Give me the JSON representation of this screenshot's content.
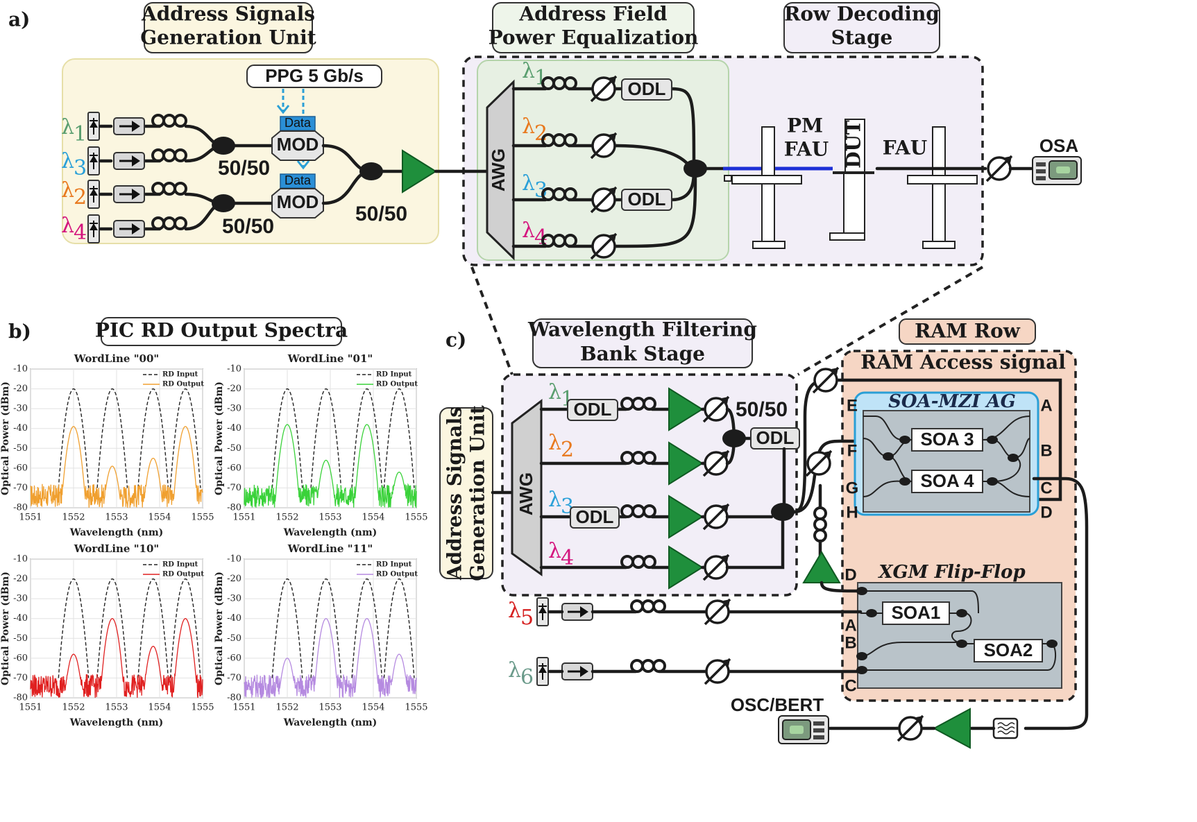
{
  "panels": {
    "a": "a)",
    "b": "b)",
    "c": "c)"
  },
  "a": {
    "title_asgu": [
      "Address Signals",
      "Generation Unit"
    ],
    "title_afpe": [
      "Address Field",
      "Power Equalization"
    ],
    "title_rds": [
      "Row Decoding",
      "Stage"
    ],
    "ppg": "PPG 5 Gb/s",
    "data": "Data",
    "mod": "MOD",
    "ratio": "50/50",
    "awg": "AWG",
    "odl": "ODL",
    "pm_fau": [
      "PM",
      "FAU"
    ],
    "dut": "DUT",
    "fau": "FAU",
    "osa": "OSA",
    "lambdas": [
      {
        "base": "λ",
        "sub": "1",
        "color": "#5a9e6f"
      },
      {
        "base": "λ",
        "sub": "3",
        "color": "#2aa0d8"
      },
      {
        "base": "λ",
        "sub": "2",
        "color": "#e8791e"
      },
      {
        "base": "λ",
        "sub": "4",
        "color": "#d4157e"
      }
    ],
    "awg_lambdas": [
      {
        "base": "λ",
        "sub": "1",
        "color": "#5a9e6f"
      },
      {
        "base": "λ",
        "sub": "2",
        "color": "#e8791e"
      },
      {
        "base": "λ",
        "sub": "3",
        "color": "#2aa0d8"
      },
      {
        "base": "λ",
        "sub": "4",
        "color": "#d4157e"
      }
    ]
  },
  "b": {
    "title": "PIC RD Output Spectra",
    "xlabel": "Wavelength (nm)",
    "ylabel": "Optical Power (dBm)",
    "xticks": [
      "1551",
      "1552",
      "1553",
      "1554",
      "1555"
    ],
    "yticks": [
      "-10",
      "-20",
      "-30",
      "-40",
      "-50",
      "-60",
      "-70",
      "-80"
    ],
    "legend_input": "RD Input",
    "legend_output": "RD Output"
  },
  "chart_data": [
    {
      "type": "line",
      "title": "WordLine \"00\"",
      "xlabel": "Wavelength (nm)",
      "ylabel": "Optical Power (dBm)",
      "xlim": [
        1551,
        1555
      ],
      "ylim": [
        -80,
        -10
      ],
      "color": "#f0a030",
      "peaks_input": [
        [
          1552.0,
          -20
        ],
        [
          1552.9,
          -20
        ],
        [
          1553.85,
          -20
        ],
        [
          1554.6,
          -20
        ]
      ],
      "peaks_output": [
        [
          1552.0,
          -39
        ],
        [
          1552.9,
          -59
        ],
        [
          1553.85,
          -55
        ],
        [
          1554.6,
          -39
        ]
      ],
      "series": [
        {
          "name": "RD Input"
        },
        {
          "name": "RD Output"
        }
      ]
    },
    {
      "type": "line",
      "title": "WordLine \"01\"",
      "xlabel": "Wavelength (nm)",
      "ylabel": "Optical Power (dBm)",
      "xlim": [
        1551,
        1555
      ],
      "ylim": [
        -80,
        -10
      ],
      "color": "#3ad23a",
      "peaks_input": [
        [
          1552.0,
          -20
        ],
        [
          1552.9,
          -20
        ],
        [
          1553.85,
          -20
        ],
        [
          1554.6,
          -20
        ]
      ],
      "peaks_output": [
        [
          1552.0,
          -38
        ],
        [
          1552.9,
          -56
        ],
        [
          1553.85,
          -38
        ],
        [
          1554.6,
          -62
        ]
      ],
      "series": [
        {
          "name": "RD Input"
        },
        {
          "name": "RD Output"
        }
      ]
    },
    {
      "type": "line",
      "title": "WordLine \"10\"",
      "xlabel": "Wavelength (nm)",
      "ylabel": "Optical Power (dBm)",
      "xlim": [
        1551,
        1555
      ],
      "ylim": [
        -80,
        -10
      ],
      "color": "#e02020",
      "peaks_input": [
        [
          1552.0,
          -20
        ],
        [
          1552.9,
          -20
        ],
        [
          1553.85,
          -20
        ],
        [
          1554.6,
          -20
        ]
      ],
      "peaks_output": [
        [
          1552.0,
          -58
        ],
        [
          1552.9,
          -40
        ],
        [
          1553.85,
          -54
        ],
        [
          1554.6,
          -40
        ]
      ],
      "series": [
        {
          "name": "RD Input"
        },
        {
          "name": "RD Output"
        }
      ]
    },
    {
      "type": "line",
      "title": "WordLine \"11\"",
      "xlabel": "Wavelength (nm)",
      "ylabel": "Optical Power (dBm)",
      "xlim": [
        1551,
        1555
      ],
      "ylim": [
        -80,
        -10
      ],
      "color": "#b58ae0",
      "peaks_input": [
        [
          1552.0,
          -20
        ],
        [
          1552.9,
          -20
        ],
        [
          1553.85,
          -20
        ],
        [
          1554.6,
          -20
        ]
      ],
      "peaks_output": [
        [
          1552.0,
          -60
        ],
        [
          1552.9,
          -40
        ],
        [
          1553.85,
          -40
        ],
        [
          1554.6,
          -58
        ]
      ],
      "series": [
        {
          "name": "RD Input"
        },
        {
          "name": "RD Output"
        }
      ]
    }
  ],
  "c": {
    "title_wfb": [
      "Wavelength Filtering",
      "Bank Stage"
    ],
    "title_ram": "RAM Row",
    "ram_access": "RAM Access signal",
    "asgu_vertical": [
      "Address Signals",
      "Generation Unit"
    ],
    "awg": "AWG",
    "odl": "ODL",
    "ratio": "50/50",
    "soa_mzi": "SOA-MZI AG",
    "soa3": "SOA 3",
    "soa4": "SOA 4",
    "xgm": "XGM Flip-Flop",
    "soa1": "SOA1",
    "soa2": "SOA2",
    "osc_bert": "OSC/BERT",
    "mzi_ports_left": [
      "E",
      "F",
      "G",
      "H"
    ],
    "mzi_ports_right": [
      "A",
      "B",
      "C",
      "D"
    ],
    "ff_ports": [
      "D",
      "A",
      "B",
      "C"
    ],
    "lambdas": [
      {
        "base": "λ",
        "sub": "1",
        "color": "#5a9e6f"
      },
      {
        "base": "λ",
        "sub": "2",
        "color": "#e8791e"
      },
      {
        "base": "λ",
        "sub": "3",
        "color": "#2aa0d8"
      },
      {
        "base": "λ",
        "sub": "4",
        "color": "#d4157e"
      }
    ],
    "lambda5": {
      "base": "λ",
      "sub": "5",
      "color": "#d62020"
    },
    "lambda6": {
      "base": "λ",
      "sub": "6",
      "color": "#6a9a8a"
    }
  }
}
